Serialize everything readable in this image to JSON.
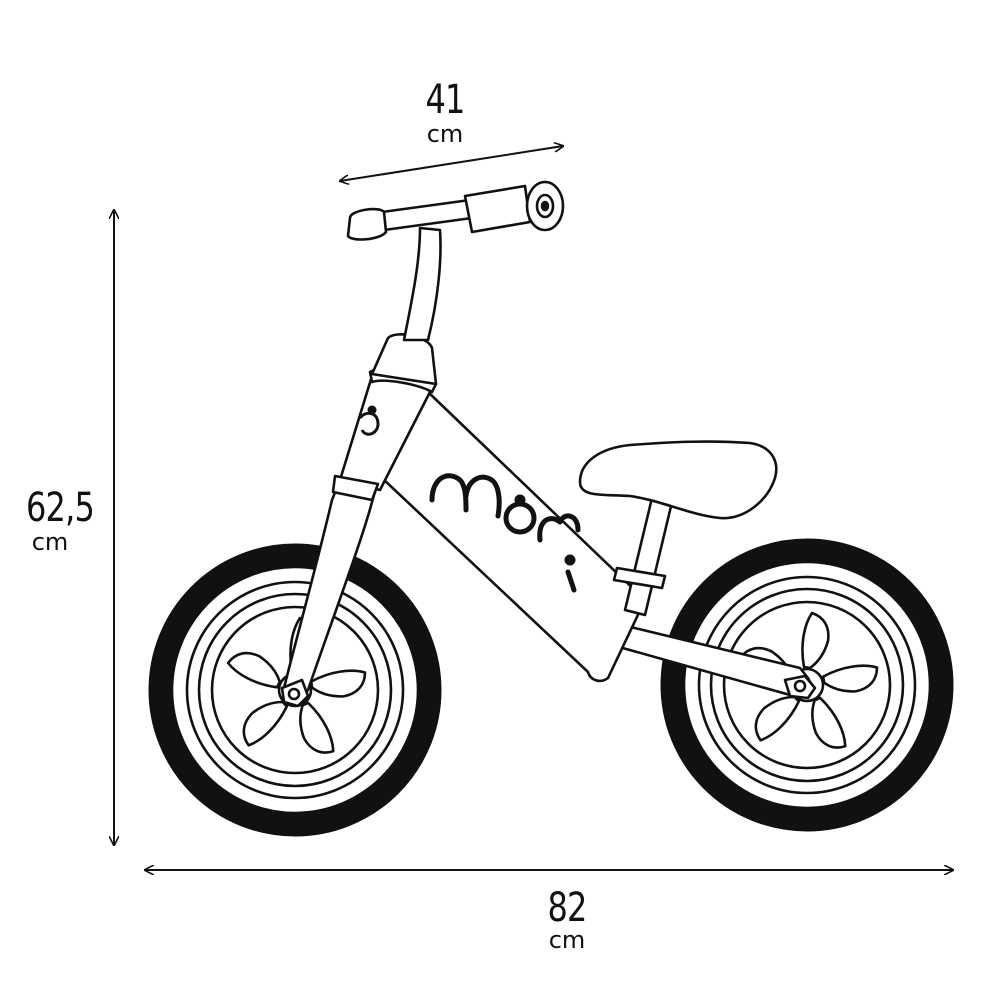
{
  "dimensions": {
    "handlebar_width": {
      "value": "41",
      "unit": "cm"
    },
    "height": {
      "value": "62,5",
      "unit": "cm"
    },
    "length": {
      "value": "82",
      "unit": "cm"
    }
  },
  "brand_logo": {
    "text": "Momi"
  },
  "colors": {
    "line": "#111111",
    "background": "#ffffff"
  }
}
